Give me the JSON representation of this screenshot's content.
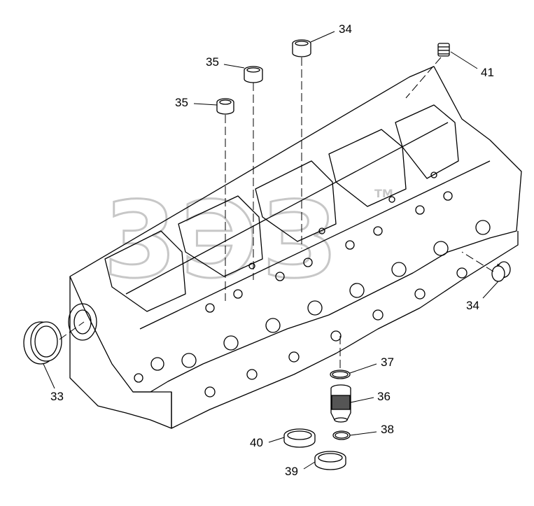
{
  "watermark": {
    "text": "3ЭЗ",
    "mark": "TM",
    "color": "#c8c8c8"
  },
  "callouts": [
    {
      "id": "c34a",
      "label": "34"
    },
    {
      "id": "c35a",
      "label": "35"
    },
    {
      "id": "c35b",
      "label": "35"
    },
    {
      "id": "c41",
      "label": "41"
    },
    {
      "id": "c34b",
      "label": "34"
    },
    {
      "id": "c33",
      "label": "33"
    },
    {
      "id": "c37",
      "label": "37"
    },
    {
      "id": "c36",
      "label": "36"
    },
    {
      "id": "c38",
      "label": "38"
    },
    {
      "id": "c40",
      "label": "40"
    },
    {
      "id": "c39",
      "label": "39"
    }
  ],
  "line_color": "#000000"
}
